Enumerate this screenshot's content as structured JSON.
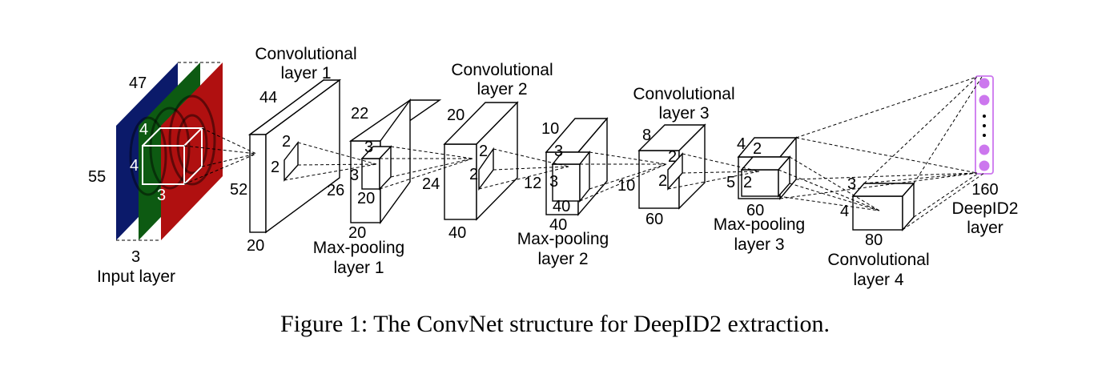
{
  "input_layer": {
    "label": "Input layer",
    "dims": {
      "height": "55",
      "width": "47",
      "channels": "3"
    },
    "filter": {
      "h": "4",
      "w": "4",
      "d": "3"
    },
    "channel_colors": [
      "#0b1a6a",
      "#0d5a12",
      "#b01010"
    ]
  },
  "conv1": {
    "label_line1": "Convolutional",
    "label_line2": "layer 1",
    "dims": {
      "top": "44",
      "side": "52",
      "bottom": "20"
    },
    "filter": {
      "h": "2",
      "w": "2"
    }
  },
  "pool1": {
    "label_line1": "Max-pooling",
    "label_line2": "layer 1",
    "dims": {
      "top": "22",
      "side": "26",
      "bottom": "20"
    },
    "filter": {
      "h": "3",
      "w": "3",
      "d": "20"
    }
  },
  "conv2": {
    "label_line1": "Convolutional",
    "label_line2": "layer 2",
    "dims": {
      "top": "20",
      "side": "24",
      "bottom": "40"
    },
    "filter": {
      "h": "2",
      "w": "2"
    }
  },
  "pool2": {
    "label_line1": "Max-pooling",
    "label_line2": "layer 2",
    "dims": {
      "top": "10",
      "side": "12",
      "bottom": "40"
    },
    "filter": {
      "h": "3",
      "w": "3",
      "d": "40"
    }
  },
  "conv3": {
    "label_line1": "Convolutional",
    "label_line2": "layer 3",
    "dims": {
      "top": "8",
      "side": "10",
      "bottom": "60"
    },
    "filter": {
      "h": "2",
      "w": "2"
    }
  },
  "pool3": {
    "label_line1": "Max-pooling",
    "label_line2": "layer 3",
    "dims": {
      "top": "4",
      "side": "5",
      "bottom": "60"
    },
    "filter": {
      "h": "2",
      "w": "2"
    }
  },
  "conv4": {
    "label_line1": "Convolutional",
    "label_line2": "layer 4",
    "dims": {
      "top": "3",
      "side": "4",
      "bottom": "80"
    }
  },
  "deepid": {
    "label_line1": "DeepID2",
    "label_line2": "layer",
    "size": "160",
    "node_color": "#cc77ee"
  },
  "caption": "Figure 1: The ConvNet structure for DeepID2 extraction."
}
